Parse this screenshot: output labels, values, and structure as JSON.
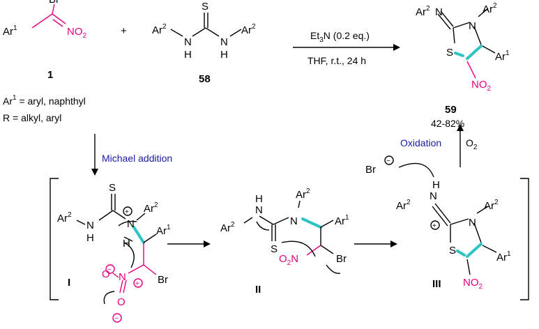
{
  "reactant1": {
    "label": "1",
    "ar": "Ar",
    "ar_sup": "1",
    "br": "Br",
    "no2": "NO",
    "no2_sub": "2",
    "note_ar": "Ar",
    "note_ar_sup": "1",
    "note_ar_text": " = aryl, naphthyl",
    "note_r": "R = alkyl, aryl"
  },
  "plus": "+",
  "reactant58": {
    "label": "58",
    "s": "S",
    "nh": "N",
    "h": "H",
    "ar": "Ar",
    "ar_sup": "2"
  },
  "conditions": {
    "line1_a": "Et",
    "line1_sub": "3",
    "line1_b": "N (0.2 eq.)",
    "line2": "THF, r.t., 24 h"
  },
  "product": {
    "label": "59",
    "yield": "42-82%",
    "ar": "Ar",
    "sup1": "1",
    "sup2": "2",
    "n": "N",
    "s": "S",
    "no2": "NO",
    "no2_sub": "2"
  },
  "steps": {
    "michael": "Michael addition",
    "oxidation": "Oxidation",
    "o2": "O",
    "o2_sub": "2",
    "br": "Br"
  },
  "intermediates": {
    "i": "I",
    "ii": "II",
    "iii": "III"
  },
  "atoms": {
    "ar": "Ar",
    "sup1": "1",
    "sup2": "2",
    "n": "N",
    "h": "H",
    "s": "S",
    "o": "O",
    "br": "Br",
    "no2": "NO",
    "o2n": "O",
    "sub2": "2",
    "plus": "+",
    "minus": "−"
  },
  "colors": {
    "black": "#000000",
    "blue": "#1a1aa6",
    "pink": "#e6007e",
    "cyan": "#2ec4c4"
  }
}
